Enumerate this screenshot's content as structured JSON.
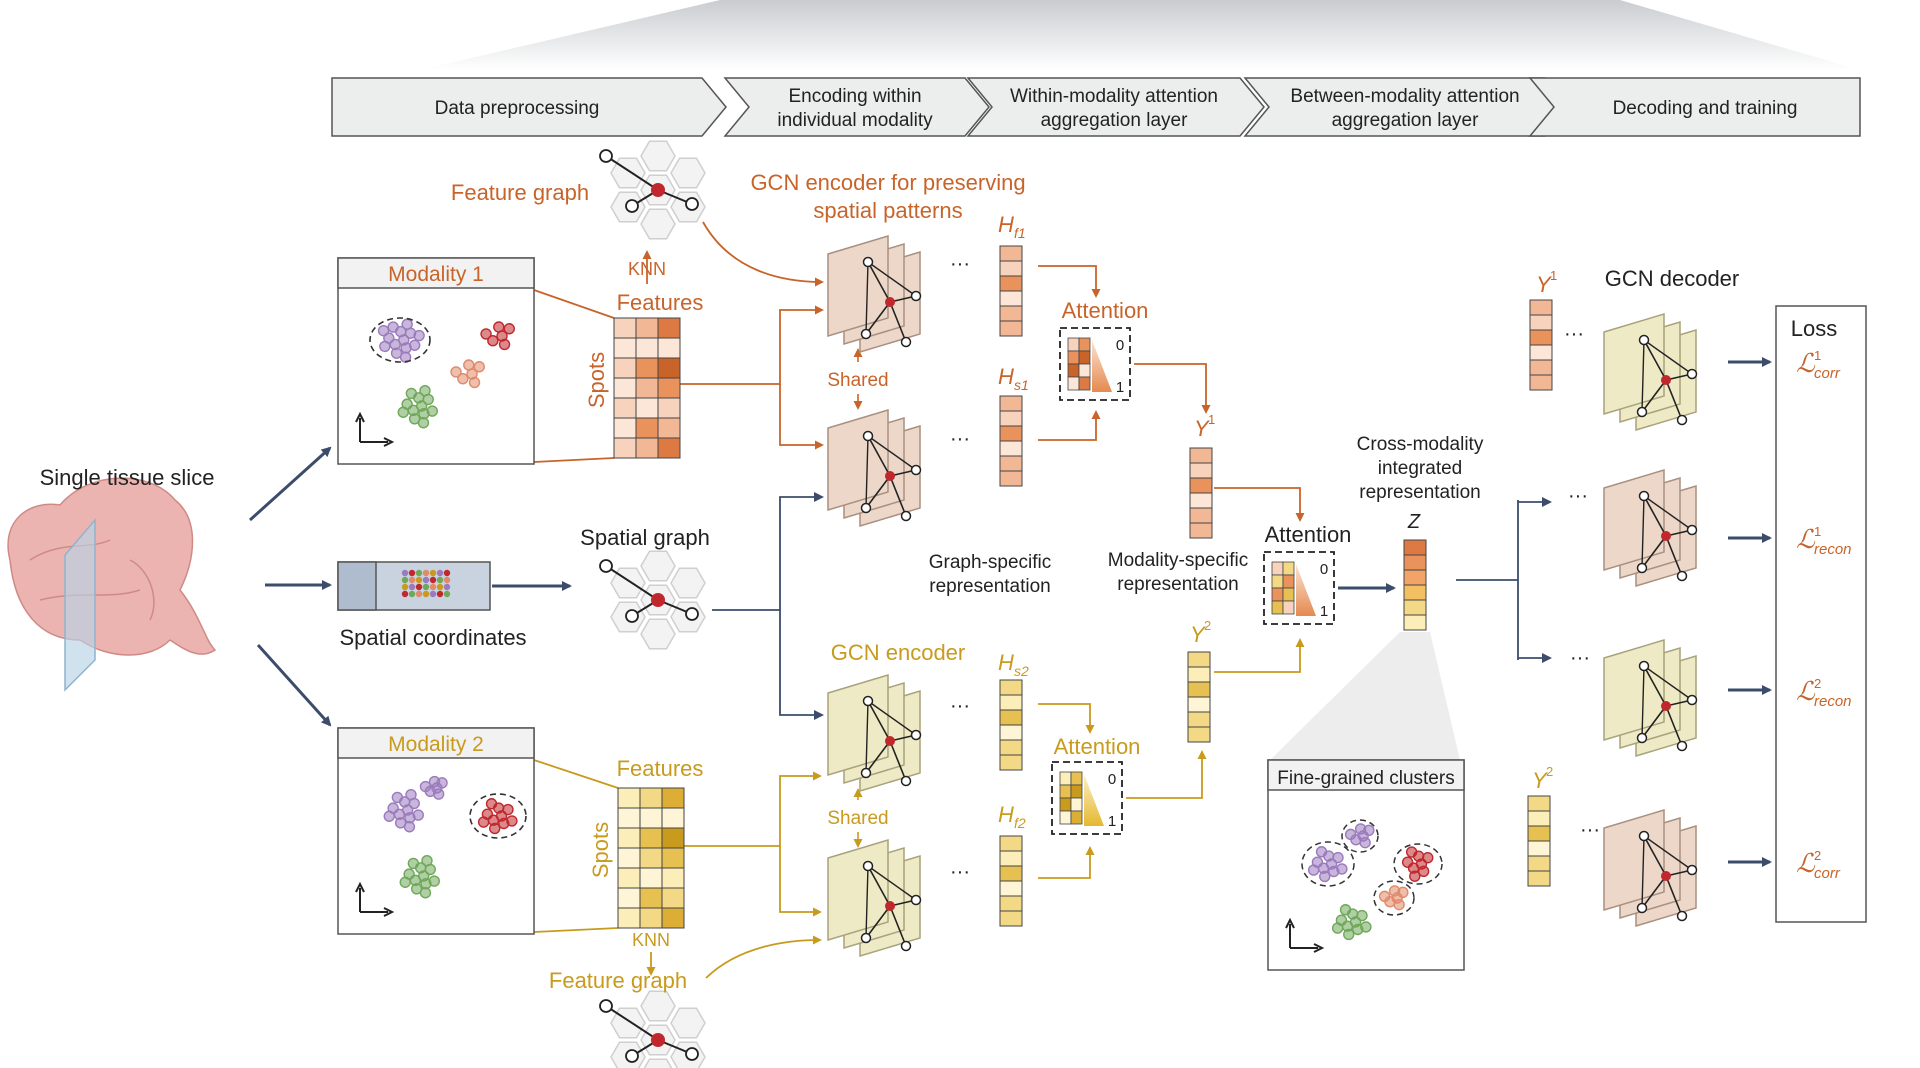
{
  "stages": [
    "Data preprocessing",
    [
      "Encoding within",
      "individual modality"
    ],
    [
      "Within-modality attention",
      "aggregation layer"
    ],
    [
      "Between-modality attention",
      "aggregation layer"
    ],
    "Decoding and training"
  ],
  "labels": {
    "tissue": "Single tissue slice",
    "modality1": "Modality 1",
    "modality2": "Modality 2",
    "feature_graph": "Feature graph",
    "knn": "KNN",
    "features": "Features",
    "spots": "Spots",
    "spatial_graph": "Spatial graph",
    "spatial_coords": "Spatial coordinates",
    "gcn_encoder_top": [
      "GCN encoder for preserving",
      "spatial patterns"
    ],
    "gcn_encoder": "GCN encoder",
    "shared": "Shared",
    "hf1": "H",
    "hf1_sub": "f1",
    "hs1": "H",
    "hs1_sub": "s1",
    "hs2": "H",
    "hs2_sub": "s2",
    "hf2": "H",
    "hf2_sub": "f2",
    "attention": "Attention",
    "zero": "0",
    "one": "1",
    "graph_specific": [
      "Graph-specific",
      "representation"
    ],
    "modality_specific": [
      "Modality-specific",
      "representation"
    ],
    "y1": "Y",
    "y1_sup": "1",
    "y2": "Y",
    "y2_sup": "2",
    "cross_modality": [
      "Cross-modality",
      "integrated",
      "representation"
    ],
    "z": "Z",
    "fine_grained": "Fine-grained clusters",
    "gcn_decoder": "GCN decoder",
    "loss": "Loss",
    "ellipsis": "···"
  },
  "losses": [
    {
      "sym": "ℒ",
      "sup": "1",
      "sub": "corr"
    },
    {
      "sym": "ℒ",
      "sup": "1",
      "sub": "recon"
    },
    {
      "sym": "ℒ",
      "sup": "2",
      "sub": "recon"
    },
    {
      "sym": "ℒ",
      "sup": "2",
      "sub": "corr"
    }
  ],
  "colors": {
    "orange": "#c8642a",
    "gold": "#c89a1e",
    "navy": "#3b4d6b",
    "purple": "#9b7bbd",
    "red": "#c0282d",
    "salmon": "#e08a6a",
    "green": "#6fa85a"
  }
}
